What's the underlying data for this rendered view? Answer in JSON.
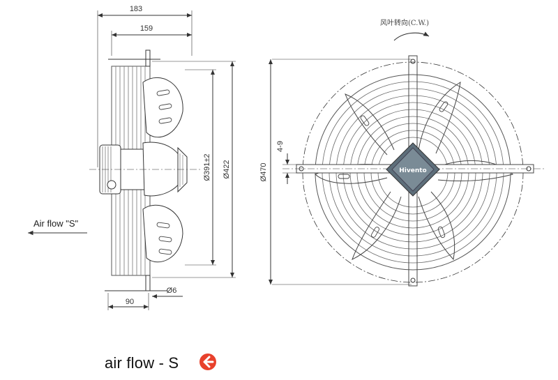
{
  "side_view": {
    "dim_total_length": "183",
    "dim_blade_depth": "159",
    "dim_guard_diameter": "Ø391±2",
    "dim_outer_diameter": "Ø422",
    "dim_base_offset": "90",
    "dim_hole": "Ø6",
    "airflow_label": "Air flow \"S\""
  },
  "front_view": {
    "rotation_label": "风叶转向(C.W.)",
    "dim_circle": "Ø470",
    "dim_slot": "4-9",
    "logo": "Hivento"
  },
  "caption": {
    "text": "air flow - S",
    "icon": "arrow-left-circle-icon",
    "icon_color": "#e8412c"
  }
}
